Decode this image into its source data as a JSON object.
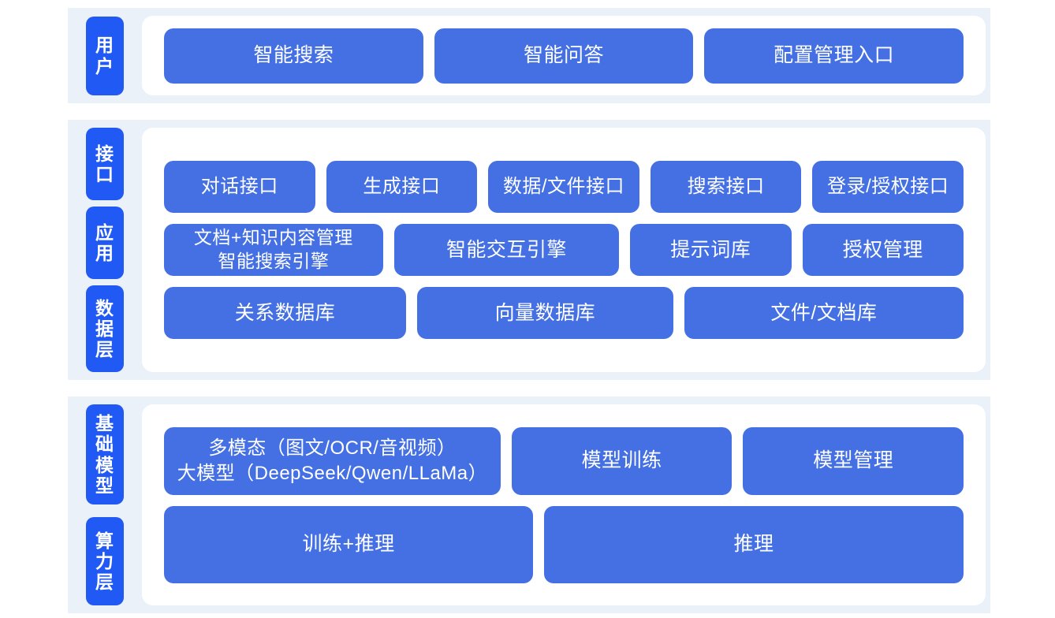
{
  "colors": {
    "page_background": "#ffffff",
    "band_background": "#ebf1f9",
    "card_background": "#ffffff",
    "box_blue": "#4570e4",
    "tag_blue": "#2159f5",
    "text_on_blue": "#ffffff"
  },
  "sections": {
    "user": {
      "tag": "用户",
      "boxes": [
        {
          "label": "智能搜索"
        },
        {
          "label": "智能问答"
        },
        {
          "label": "配置管理入口"
        }
      ]
    },
    "platform": {
      "tags": [
        "接口",
        "应用",
        "数据层"
      ],
      "interface_row": [
        {
          "label": "对话接口"
        },
        {
          "label": "生成接口"
        },
        {
          "label": "数据/文件接口"
        },
        {
          "label": "搜索接口"
        },
        {
          "label": "登录/授权接口"
        }
      ],
      "application_row": [
        {
          "line1": "文档+知识内容管理",
          "line2": "智能搜索引擎"
        },
        {
          "label": "智能交互引擎"
        },
        {
          "label": "提示词库"
        },
        {
          "label": "授权管理"
        }
      ],
      "data_row": [
        {
          "label": "关系数据库"
        },
        {
          "label": "向量数据库"
        },
        {
          "label": "文件/文档库"
        }
      ]
    },
    "infrastructure": {
      "tags": [
        "基础模型",
        "算力层"
      ],
      "model_row": [
        {
          "line1": "多模态（图文/OCR/音视频）",
          "line2": "大模型（DeepSeek/Qwen/LLaMa）"
        },
        {
          "label": "模型训练"
        },
        {
          "label": "模型管理"
        }
      ],
      "compute_row": [
        {
          "label": "训练+推理"
        },
        {
          "label": "推理"
        }
      ]
    }
  }
}
